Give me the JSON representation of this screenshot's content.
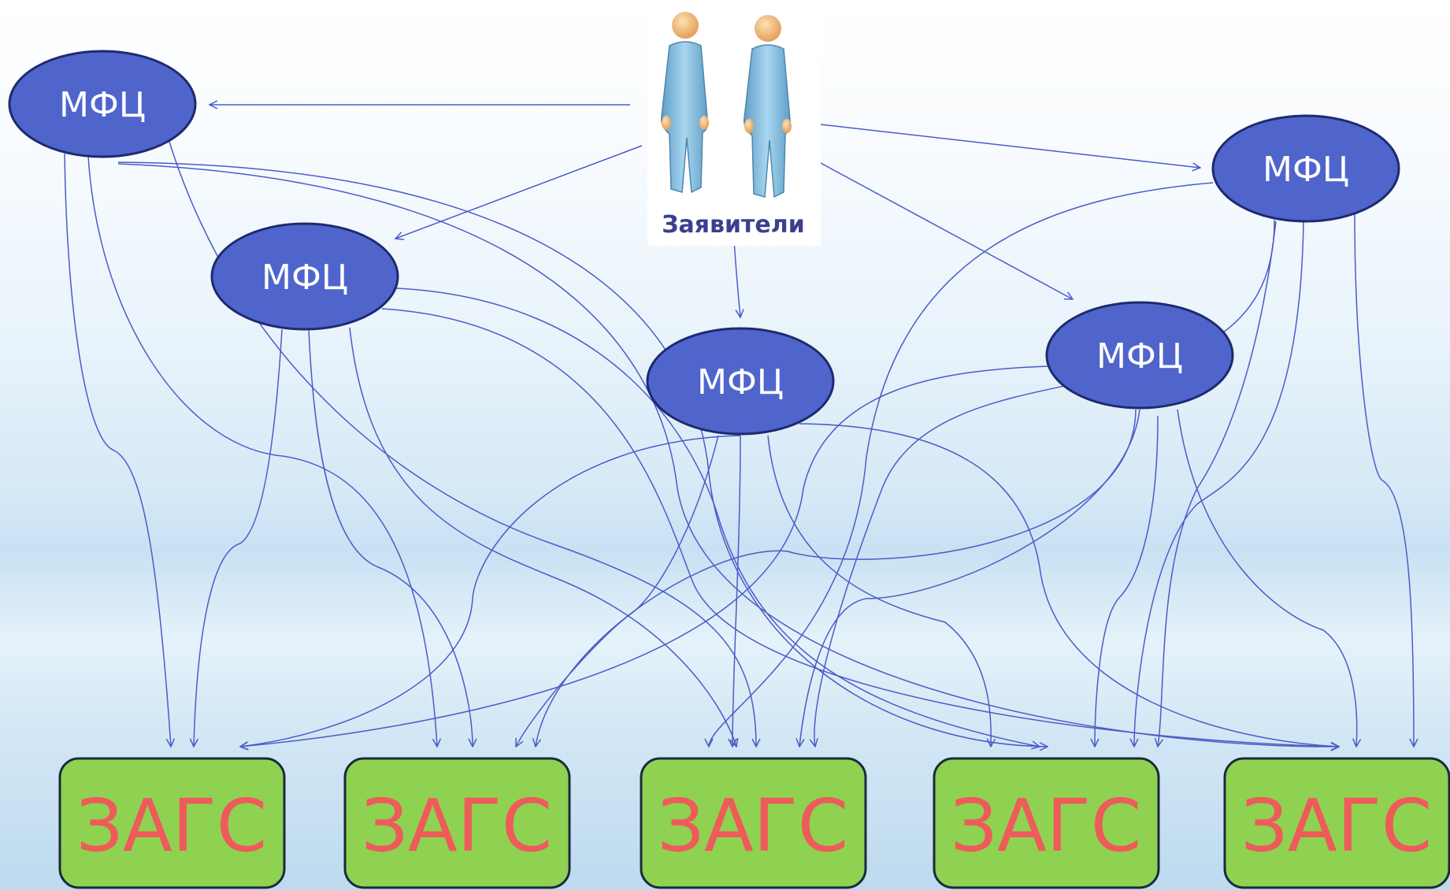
{
  "applicants": {
    "label": "Заявители",
    "icon": "two-people-icon"
  },
  "mfc_nodes": [
    {
      "id": "mfc-1",
      "label": "МФЦ"
    },
    {
      "id": "mfc-2",
      "label": "МФЦ"
    },
    {
      "id": "mfc-3",
      "label": "МФЦ"
    },
    {
      "id": "mfc-4",
      "label": "МФЦ"
    },
    {
      "id": "mfc-5",
      "label": "МФЦ"
    }
  ],
  "zags_nodes": [
    {
      "id": "zags-1",
      "label": "ЗАГС"
    },
    {
      "id": "zags-2",
      "label": "ЗАГС"
    },
    {
      "id": "zags-3",
      "label": "ЗАГС"
    },
    {
      "id": "zags-4",
      "label": "ЗАГС"
    },
    {
      "id": "zags-5",
      "label": "ЗАГС"
    }
  ],
  "edges": {
    "applicants_to_mfc": [
      "mfc-1",
      "mfc-2",
      "mfc-3",
      "mfc-4",
      "mfc-5"
    ],
    "mfc_to_zags": "each МФЦ connects to every ЗАГС"
  },
  "colors": {
    "mfc_fill": "#4f65cc",
    "mfc_stroke": "#1d2a6e",
    "zags_fill": "#8fd151",
    "zags_stroke": "#1b2a3d",
    "zags_text": "#ef5a5a",
    "edge": "#4a5cc8",
    "person": "#7ab8dc"
  }
}
